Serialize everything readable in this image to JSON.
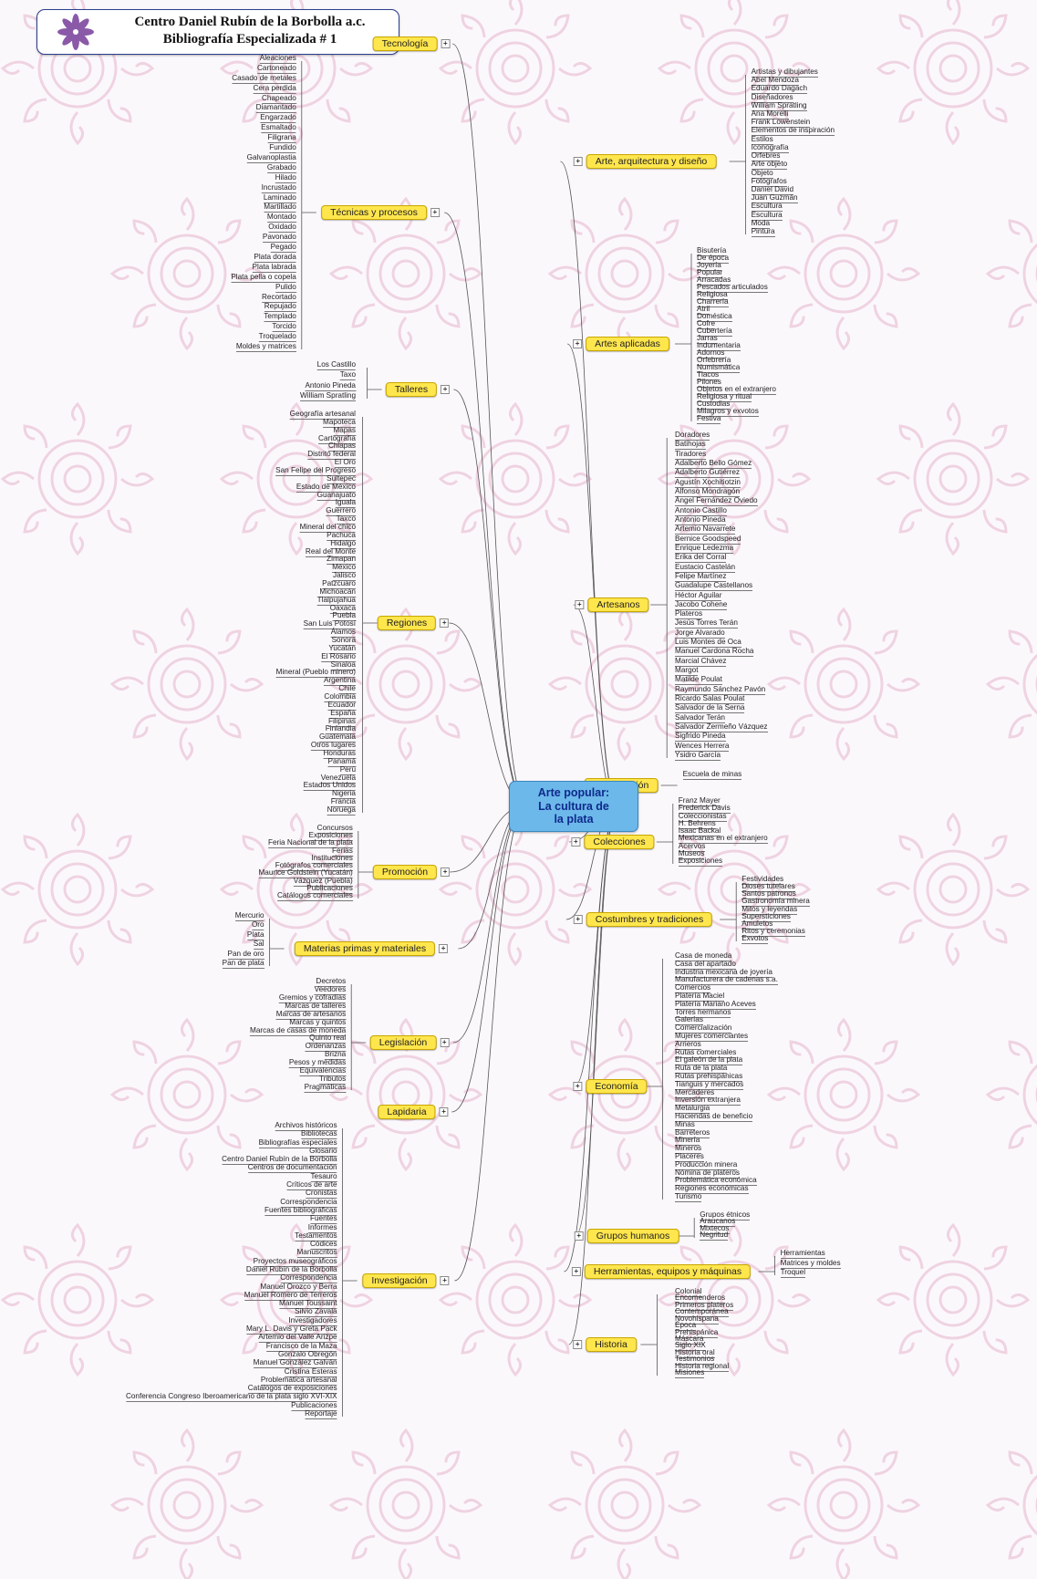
{
  "header": {
    "line1": "Centro Daniel Rubín de la Borbolla a.c.",
    "line2": "Bibliografía Especializada # 1"
  },
  "center": {
    "title": "Arte popular:\nLa cultura de\nla plata"
  },
  "colors": {
    "topic_fill": "#ffe64d",
    "topic_border": "#c7a600",
    "center_fill": "#6cb8ea",
    "center_text": "#0f2a8c",
    "header_border": "#2c3e8f",
    "background_pattern": "#e6b6cc",
    "lines": "#555555"
  },
  "left_topics": [
    {
      "label": "Tecnología",
      "leaves": []
    },
    {
      "label": "Técnicas y procesos",
      "leaves": [
        "Aleaciones",
        "Cartoneado",
        "Casado de metales",
        "Cera perdida",
        "Chapeado",
        "Diamantado",
        "Engarzado",
        "Esmaltado",
        "Filigrana",
        "Fundido",
        "Galvanoplastia",
        "Grabado",
        "Hilado",
        "Incrustado",
        "Laminado",
        "Martillado",
        "Montado",
        "Oxidado",
        "Pavonado",
        "Pegado",
        "Plata dorada",
        "Plata labrada",
        "Plata pella o copela",
        "Pulido",
        "Recortado",
        "Repujado",
        "Templado",
        "Torcido",
        "Troquelado",
        "Moldes y matrices"
      ]
    },
    {
      "label": "Talleres",
      "leaves": [
        "Los Castillo",
        "Taxo",
        "Antonio Pineda",
        "William Spratling"
      ]
    },
    {
      "label": "Regiones",
      "leaves": [
        "Geografía artesanal",
        "Mapoteca",
        "Mapas",
        "Cartografía",
        "Chiapas",
        "Distrito federal",
        "El Oro",
        "San Felipe del Progreso",
        "Sultepec",
        "Estado de México",
        "Guanajuato",
        "Iguala",
        "Guerrero",
        "Taxco",
        "Mineral del chico",
        "Pachuca",
        "Hidalgo",
        "Real del Monte",
        "Zimapan",
        "México",
        "Jalisco",
        "Patzcuaro",
        "Michoacán",
        "Tlalpujahua",
        "Oaxaca",
        "Puebla",
        "San Luis Potosí",
        "Álamos",
        "Sonora",
        "Yucatán",
        "El Rosario",
        "Sinaloa",
        "Mineral (Pueblo minero)",
        "Argentina",
        "Chile",
        "Colombia",
        "Ecuador",
        "España",
        "Filipinas",
        "Finlandia",
        "Guatemala",
        "Otros lugares",
        "Honduras",
        "Panamá",
        "Perú",
        "Venezuela",
        "Estados Unidos",
        "Nigeria",
        "Francia",
        "Noruega"
      ]
    },
    {
      "label": "Promoción",
      "leaves": [
        "Concursos",
        "Exposiciones",
        "Feria Nacional de la plata",
        "Ferias",
        "Instituciones",
        "Fotógrafos comerciales",
        "Maurice Goldstein (Yucatán)",
        "Vázquez (Puebla)",
        "Publicaciones",
        "Catálogos comerciales"
      ]
    },
    {
      "label": "Materias primas y materiales",
      "leaves": [
        "Mercurio",
        "Oro",
        "Plata",
        "Sal",
        "Pan de oro",
        "Pan de plata"
      ]
    },
    {
      "label": "Legislación",
      "leaves": [
        "Decretos",
        "Veedores",
        "Gremios y cofradías",
        "Marcas de talleres",
        "Marcas de artesanos",
        "Marcas y quintos",
        "Marcas de casas de moneda",
        "Quinto real",
        "Ordenanzas",
        "Brizna",
        "Pesos y medidas",
        "Equivalencias",
        "Tributos",
        "Pragmáticas"
      ]
    },
    {
      "label": "Lapidaria",
      "leaves": []
    },
    {
      "label": "Investigación",
      "leaves": [
        "Archivos históricos",
        "Bibliotecas",
        "Bibliografías especiales",
        "Glosario",
        "Centro Daniel Rubín de la Borbolla",
        "Centros de documentación",
        "Tesauro",
        "Críticos de arte",
        "Cronistas",
        "Correspondencia",
        "Fuentes bibliográficas",
        "Fuentes",
        "Informes",
        "Testamentos",
        "Códices",
        "Manuscritos",
        "Proyectos museográficos",
        "Daniel Rubín de la Borbolla",
        "Correspondencia",
        "Manuel Orozco y Berra",
        "Manuel Romero de Terreros",
        "Manuel Toussaint",
        "Silvio Zavala",
        "Investigadores",
        "Mary L. Davis y Greta Pack",
        "Artemio del Valle Arizpe",
        "Francisco de la Maza",
        "Gonzalo Obregón",
        "Manuel González Galván",
        "Cristina Esteras",
        "Problemática artesanal",
        "Catálogos de exposiciones",
        "Conferencia Congreso Iberoamericano de la plata siglo XVI-XIX",
        "Publicaciones",
        "Reportaje"
      ]
    }
  ],
  "right_topics": [
    {
      "label": "Arte, arquitectura y diseño",
      "leaves": [
        "Artistas y dibujantes",
        "Abel Mendoza",
        "Eduardo Dagach",
        "Diseñadores",
        "William Spratling",
        "Ana Morelli",
        "Frank Lowenstein",
        "Elementos de inspiración",
        "Estilos",
        "Iconografía",
        "Orfebres",
        "Arte objeto",
        "Objeto",
        "Fotógrafos",
        "Daniel David",
        "Juan Guzmán",
        "Escultura",
        "Escultura",
        "Moda",
        "Pintura"
      ]
    },
    {
      "label": "Artes aplicadas",
      "leaves": [
        "Bisutería",
        "De época",
        "Joyería",
        "Popular",
        "Arracadas",
        "Pescados articulados",
        "Religiosa",
        "Charrería",
        "Atril",
        "Doméstica",
        "Cofre",
        "Cubertería",
        "Jarras",
        "Indumentaria",
        "Adornos",
        "Orfebrería",
        "Numismática",
        "Tlacos",
        "Pilones",
        "Objetos en el extranjero",
        "Religiosa y ritual",
        "Custodias",
        "Milagros y exvotos",
        "Festiva"
      ]
    },
    {
      "label": "Artesanos",
      "leaves": [
        "Doradores",
        "Batihojas",
        "Tiradores",
        "Adalberto Bello Gómez",
        "Adalberto Gutiérrez",
        "Agustín Xochitiotzin",
        "Alfonso Mondragón",
        "Ángel Fernández Oviedo",
        "Antonio Castillo",
        "Antonio Pineda",
        "Artemio Navarrete",
        "Bernice Goodspeed",
        "Enrique Ledezma",
        "Erika del Corral",
        "Eustacio Castelán",
        "Felipe Martínez",
        "Guadalupe Castellanos",
        "Héctor Aguilar",
        "Jacobo Cohene",
        "Plateros",
        "Jesús Torres Terán",
        "Jorge Alvarado",
        "Luis Montes de Oca",
        "Manuel Cardona Rocha",
        "Marcial Chávez",
        "Margot",
        "Matilde Poulat",
        "Raymundo Sánchez Pavón",
        "Ricardo Salas Poulat",
        "Salvador de la Serna",
        "Salvador Terán",
        "Salvador Zermeño Vázquez",
        "Sigfrido Pineda",
        "Wences Herrera",
        "Ysidro García"
      ]
    },
    {
      "label": "Capacitación",
      "leaves": [
        "Escuela de minas"
      ]
    },
    {
      "label": "Colecciones",
      "leaves": [
        "Franz Mayer",
        "Frederick Davis",
        "Coleccionistas",
        "H. Behrens",
        "Isaac Backal",
        "Mexicanas en el extranjero",
        "Acervos",
        "Museos",
        "Exposiciones"
      ]
    },
    {
      "label": "Costumbres y tradiciones",
      "leaves": [
        "Festividades",
        "Dioses tutelares",
        "Santos patronos",
        "Gastronomía minera",
        "Mitos y leyendas",
        "Supersticiones",
        "Amuletos",
        "Ritos y ceremonias",
        "Exvotos"
      ]
    },
    {
      "label": "Economía",
      "leaves": [
        "Casa de moneda",
        "Casa del apartado",
        "Industria mexicana de joyería",
        "Manufacturera de cadenas s.a.",
        "Comercios",
        "Platería Maciel",
        "Platería Mariano Aceves",
        "Torres hermanos",
        "Galerías",
        "Comercialización",
        "Mujeres comerciantes",
        "Arrieros",
        "Rutas comerciales",
        "El galeón de la plata",
        "Ruta de la plata",
        "Rutas prehispánicas",
        "Tianguis y mercados",
        "Mercaderes",
        "Inversión extranjera",
        "Metalurgia",
        "Haciendas de beneficio",
        "Minas",
        "Barreteros",
        "Minería",
        "Mineros",
        "Placeres",
        "Producción minera",
        "Nómina de plateros",
        "Problemática económica",
        "Regiones económicas",
        "Turismo"
      ]
    },
    {
      "label": "Grupos humanos",
      "leaves": [
        "Grupos étnicos",
        "Araucanos",
        "Mixtecos",
        "Negritud"
      ]
    },
    {
      "label": "Herramientas, equipos y máquinas",
      "leaves": [
        "Herramientas",
        "Matrices y moldes",
        "Troquel"
      ]
    },
    {
      "label": "Historia",
      "leaves": [
        "Colonial",
        "Encomenderos",
        "Primeros plateros",
        "Contemporánea",
        "Novohispana",
        "Época",
        "Prehispánica",
        "Máscara",
        "Siglo XIX",
        "Historia oral",
        "Testimonios",
        "Historia regional",
        "Misiones"
      ]
    }
  ]
}
